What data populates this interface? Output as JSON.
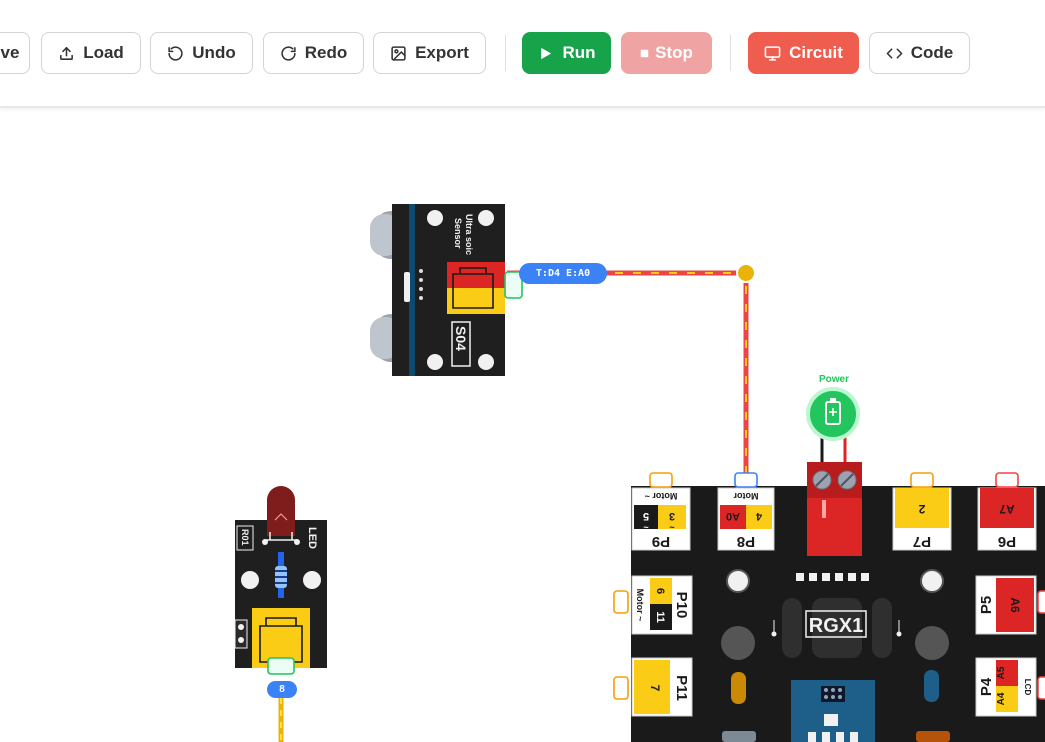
{
  "toolbar": {
    "save_label": "ve",
    "load_label": "Load",
    "undo_label": "Undo",
    "redo_label": "Redo",
    "export_label": "Export",
    "run_label": "Run",
    "stop_label": "Stop",
    "circuit_label": "Circuit",
    "code_label": "Code"
  },
  "colors": {
    "run": "#16a34a",
    "stop": "#f0a3a3",
    "circuit": "#ef5d4f",
    "wire_red": "#ef4444",
    "wire_yellow": "#facc15",
    "pin_badge": "#3b82f6",
    "power": "#22c55e",
    "board": "#1a1a1a"
  },
  "canvas": {
    "sensor": {
      "title_line1": "Ultra soic",
      "title_line2": "Sensor",
      "model": "S04",
      "wire_label": "T:D4 E:A0"
    },
    "led": {
      "title": "LED",
      "code": "R01",
      "pin_badge": "8"
    },
    "power": {
      "label": "Power"
    },
    "board": {
      "name": "RGX1",
      "ports": {
        "p9": "P9",
        "p9_pins": [
          "3",
          "5"
        ],
        "p9_motor": "Motor ~",
        "p9_tilde": [
          "~",
          "~"
        ],
        "p8": "P8",
        "p8_pins": [
          "A0",
          "4"
        ],
        "p8_motor": "Motor",
        "p7": "P7",
        "p7_pin": "2",
        "p6": "P6",
        "p6_pin": "A7",
        "p10": "P10",
        "p10_pins": [
          "6",
          "11"
        ],
        "p10_motor": "Motor ~",
        "p5": "P5",
        "p5_pin": "A6",
        "p11": "P11",
        "p11_pin": "7",
        "p4": "P4",
        "p4_pins": [
          "A5",
          "A4"
        ],
        "p4_lcd": "LCD"
      }
    }
  }
}
